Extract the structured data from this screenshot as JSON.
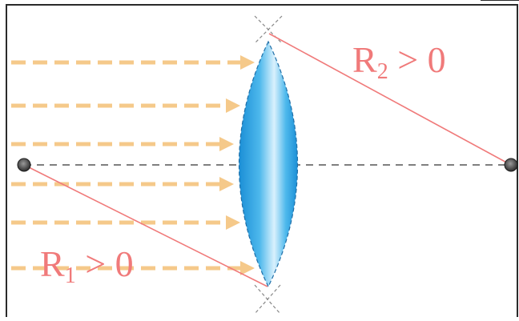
{
  "diagram": {
    "labels": {
      "r1": {
        "base": "R",
        "sub": "1",
        "relation": " > 0"
      },
      "r2": {
        "base": "R",
        "sub": "2",
        "relation": " > 0"
      }
    },
    "colors": {
      "background": "#ffffff",
      "frame": "#2a2a2a",
      "ray": "#f5c98a",
      "radius_line": "#f07a7a",
      "label": "#f07a7a",
      "axis": "#555555",
      "lens_edge": "#1f6fa8",
      "lens_light": "#d9f1fd",
      "lens_mid": "#4db8ec",
      "lens_dark": "#1b8fd6",
      "point": "#3a3a3a"
    },
    "icons": {
      "left_center": "curvature-center-dot",
      "right_center": "curvature-center-dot"
    }
  }
}
